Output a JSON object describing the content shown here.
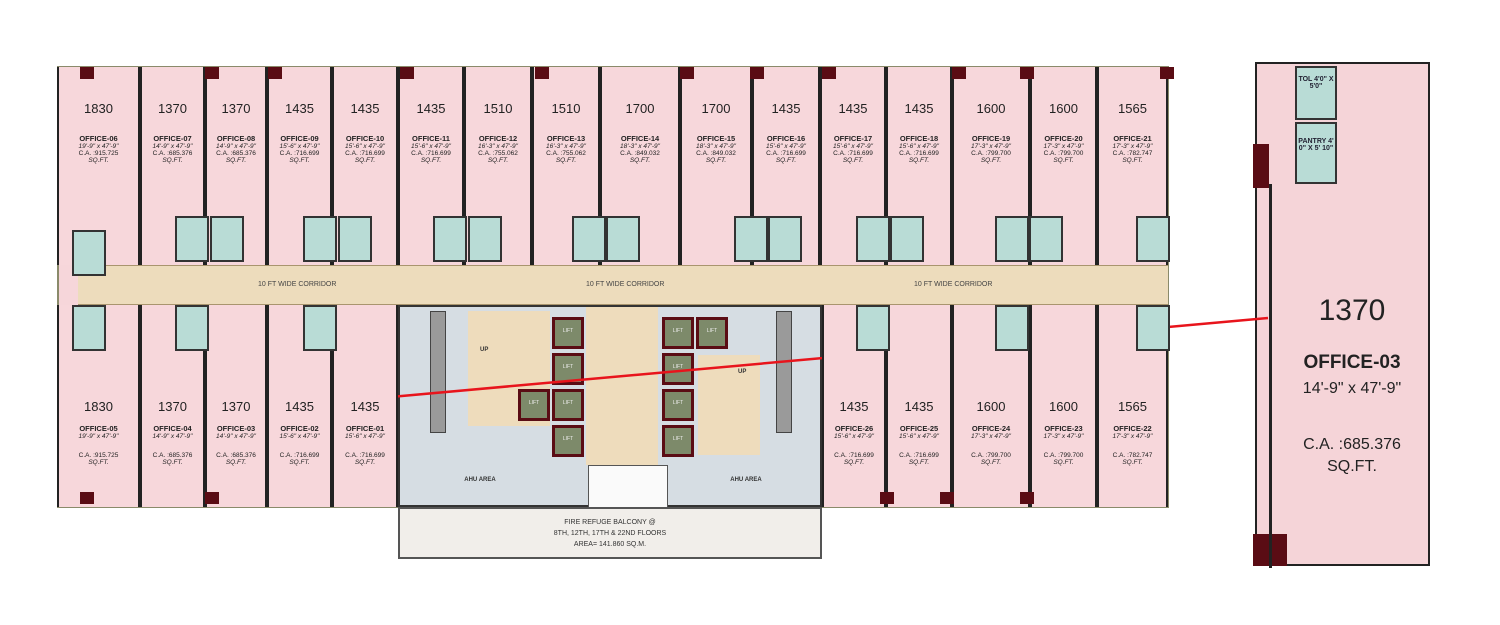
{
  "top_offices": [
    {
      "num": "1830",
      "name": "OFFICE-06",
      "dims": "19'-9\" x 47'-9\"",
      "ca": "C.A. :915.725",
      "unit": "SQ.FT."
    },
    {
      "num": "1370",
      "name": "OFFICE-07",
      "dims": "14'-9\" x 47'-9\"",
      "ca": "C.A. :685.376",
      "unit": "SQ.FT."
    },
    {
      "num": "1370",
      "name": "OFFICE-08",
      "dims": "14'-9\" x 47'-9\"",
      "ca": "C.A. :685.376",
      "unit": "SQ.FT."
    },
    {
      "num": "1435",
      "name": "OFFICE-09",
      "dims": "15'-6\" x 47'-9\"",
      "ca": "C.A. :716.699",
      "unit": "SQ.FT."
    },
    {
      "num": "1435",
      "name": "OFFICE-10",
      "dims": "15'-6\" x 47'-9\"",
      "ca": "C.A. :716.699",
      "unit": "SQ.FT."
    },
    {
      "num": "1435",
      "name": "OFFICE-11",
      "dims": "15'-6\" x 47'-9\"",
      "ca": "C.A. :716.699",
      "unit": "SQ.FT."
    },
    {
      "num": "1510",
      "name": "OFFICE-12",
      "dims": "16'-3\" x 47'-9\"",
      "ca": "C.A. :755.062",
      "unit": "SQ.FT."
    },
    {
      "num": "1510",
      "name": "OFFICE-13",
      "dims": "16'-3\" x 47'-9\"",
      "ca": "C.A. :755.062",
      "unit": "SQ.FT."
    },
    {
      "num": "1700",
      "name": "OFFICE-14",
      "dims": "18'-3\" x 47'-9\"",
      "ca": "C.A. :849.032",
      "unit": "SQ.FT."
    },
    {
      "num": "1700",
      "name": "OFFICE-15",
      "dims": "18'-3\" x 47'-9\"",
      "ca": "C.A. :849.032",
      "unit": "SQ.FT."
    },
    {
      "num": "1435",
      "name": "OFFICE-16",
      "dims": "15'-6\" x 47'-9\"",
      "ca": "C.A. :716.699",
      "unit": "SQ.FT."
    },
    {
      "num": "1435",
      "name": "OFFICE-17",
      "dims": "15'-6\" x 47'-9\"",
      "ca": "C.A. :716.699",
      "unit": "SQ.FT."
    },
    {
      "num": "1435",
      "name": "OFFICE-18",
      "dims": "15'-6\" x 47'-9\"",
      "ca": "C.A. :716.699",
      "unit": "SQ.FT."
    },
    {
      "num": "1600",
      "name": "OFFICE-19",
      "dims": "17'-3\" x 47'-9\"",
      "ca": "C.A. :799.700",
      "unit": "SQ.FT."
    },
    {
      "num": "1600",
      "name": "OFFICE-20",
      "dims": "17'-3\" x 47'-9\"",
      "ca": "C.A. :799.700",
      "unit": "SQ.FT."
    },
    {
      "num": "1565",
      "name": "OFFICE-21",
      "dims": "17'-3\" x 47'-9\"",
      "ca": "C.A. :782.747",
      "unit": "SQ.FT."
    }
  ],
  "bottom_offices": [
    {
      "num": "1830",
      "name": "OFFICE-05",
      "dims": "19'-9\" x 47'-9\"",
      "ca": "C.A. :915.725",
      "unit": "SQ.FT."
    },
    {
      "num": "1370",
      "name": "OFFICE-04",
      "dims": "14'-9\" x 47'-9\"",
      "ca": "C.A. :685.376",
      "unit": "SQ.FT."
    },
    {
      "num": "1370",
      "name": "OFFICE-03",
      "dims": "14'-9\" x 47'-9\"",
      "ca": "C.A. :685.376",
      "unit": "SQ.FT."
    },
    {
      "num": "1435",
      "name": "OFFICE-02",
      "dims": "15'-6\" x 47'-9\"",
      "ca": "C.A. :716.699",
      "unit": "SQ.FT."
    },
    {
      "num": "1435",
      "name": "OFFICE-01",
      "dims": "15'-6\" x 47'-9\"",
      "ca": "C.A. :716.699",
      "unit": "SQ.FT."
    },
    {
      "num": "1435",
      "name": "OFFICE-26",
      "dims": "15'-6\" x 47'-9\"",
      "ca": "C.A. :716.699",
      "unit": "SQ.FT."
    },
    {
      "num": "1435",
      "name": "OFFICE-25",
      "dims": "15'-6\" x 47'-9\"",
      "ca": "C.A. :716.699",
      "unit": "SQ.FT."
    },
    {
      "num": "1600",
      "name": "OFFICE-24",
      "dims": "17'-3\" x 47'-9\"",
      "ca": "C.A. :799.700",
      "unit": "SQ.FT."
    },
    {
      "num": "1600",
      "name": "OFFICE-23",
      "dims": "17'-3\" x 47'-9\"",
      "ca": "C.A. :799.700",
      "unit": "SQ.FT."
    },
    {
      "num": "1565",
      "name": "OFFICE-22",
      "dims": "17'-3\" x 47'-9\"",
      "ca": "C.A. :782.747",
      "unit": "SQ.FT."
    }
  ],
  "corridor": {
    "label": "10 FT WIDE CORRIDOR"
  },
  "core": {
    "lift_label": "LIFT",
    "up_label": "UP",
    "ahu_left": "AHU AREA",
    "ahu_right": "AHU AREA"
  },
  "balcony": {
    "line1": "FIRE REFUGE BALCONY @",
    "line2": "8TH, 12TH, 17TH & 22ND  FLOORS",
    "line3": "AREA= 141.860 SQ.M."
  },
  "detail": {
    "tol": "TOL 4'0\" X 5'0\"",
    "pantry": "PANTRY 4' 0\" X 5' 10\"",
    "num": "1370",
    "name": "OFFICE-03",
    "dims": "14'-9\" x 47'-9\"",
    "ca": "C.A. :685.376",
    "unit": "SQ.FT."
  },
  "colors": {
    "office": "#f7d7db",
    "corridor": "#eddcbc",
    "column": "#5a0c14",
    "toilet": "#b9dcd6",
    "lift": "#7d8a6a",
    "arrow": "#e8141c"
  }
}
